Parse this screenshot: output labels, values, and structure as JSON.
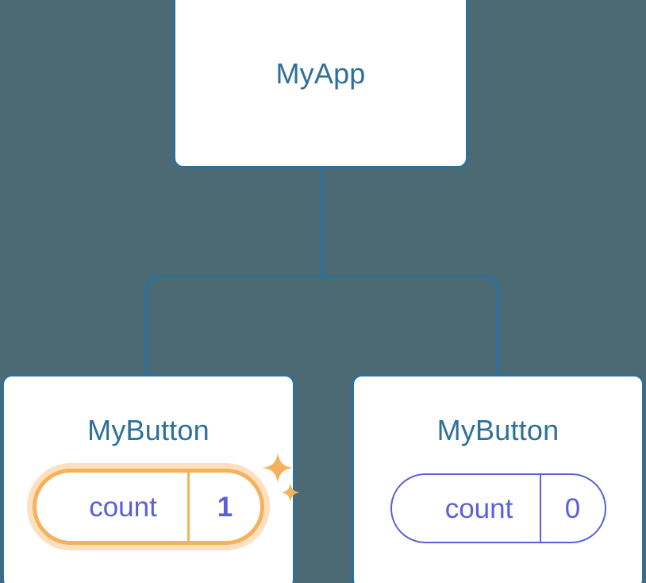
{
  "diagram": {
    "type": "component-tree",
    "background_color": "#4c6a73",
    "node_border_color": "#2e7099",
    "node_title_color": "#2e7099",
    "state_color": "#5b60da",
    "highlight_color": "#f7b05b",
    "highlight_glow_color": "rgba(247,176,91,0.38)",
    "root": {
      "title": "MyApp"
    },
    "children": [
      {
        "title": "MyButton",
        "state": {
          "key": "count",
          "value": "1"
        },
        "highlighted": true,
        "sparkle_icons": [
          "sparkle-large-icon",
          "sparkle-small-icon"
        ]
      },
      {
        "title": "MyButton",
        "state": {
          "key": "count",
          "value": "0"
        },
        "highlighted": false,
        "sparkle_icons": []
      }
    ]
  }
}
